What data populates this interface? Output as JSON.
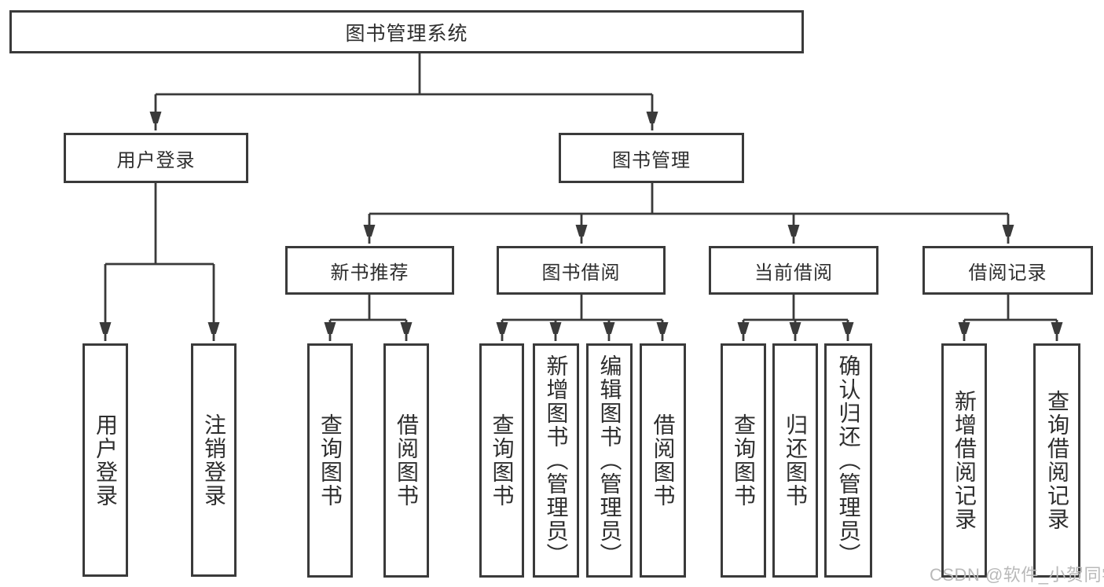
{
  "diagram_title": "图书管理系统",
  "colors": {
    "line": "#3a3a3a",
    "text": "#2e2e2e",
    "background": "#ffffff",
    "watermark_text": "#b9b9b9"
  },
  "nodes": [
    {
      "id": "root",
      "label": "图书管理系统"
    },
    {
      "id": "user-login-group",
      "label": "用户登录"
    },
    {
      "id": "book-mgmt",
      "label": "图书管理"
    },
    {
      "id": "new-book-rec",
      "label": "新书推荐"
    },
    {
      "id": "book-borrow",
      "label": "图书借阅"
    },
    {
      "id": "current-borrow",
      "label": "当前借阅"
    },
    {
      "id": "borrow-records",
      "label": "借阅记录"
    },
    {
      "id": "user-login",
      "label": "用户登录"
    },
    {
      "id": "logout",
      "label": "注销登录"
    },
    {
      "id": "query-book-rec",
      "label": "查询图书"
    },
    {
      "id": "borrow-book-rec",
      "label": "借阅图书"
    },
    {
      "id": "query-book-borrow",
      "label": "查询图书"
    },
    {
      "id": "add-book-admin",
      "label": "新增图书（管理员）"
    },
    {
      "id": "edit-book-admin",
      "label": "编辑图书（管理员）"
    },
    {
      "id": "borrow-book-borrow",
      "label": "借阅图书"
    },
    {
      "id": "query-book-current",
      "label": "查询图书"
    },
    {
      "id": "return-book",
      "label": "归还图书"
    },
    {
      "id": "confirm-return-admin",
      "label": "确认归还（管理员）"
    },
    {
      "id": "add-borrow-record",
      "label": "新增借阅记录"
    },
    {
      "id": "query-borrow-record",
      "label": "查询借阅记录"
    }
  ],
  "tree": {
    "图书管理系统": {
      "用户登录": [
        "用户登录",
        "注销登录"
      ],
      "图书管理": {
        "新书推荐": [
          "查询图书",
          "借阅图书"
        ],
        "图书借阅": [
          "查询图书",
          "新增图书（管理员）",
          "编辑图书（管理员）",
          "借阅图书"
        ],
        "当前借阅": [
          "查询图书",
          "归还图书",
          "确认归还（管理员）"
        ],
        "借阅记录": [
          "新增借阅记录",
          "查询借阅记录"
        ]
      }
    }
  },
  "watermark": {
    "text": "CSDN @软件_小贺同学"
  }
}
